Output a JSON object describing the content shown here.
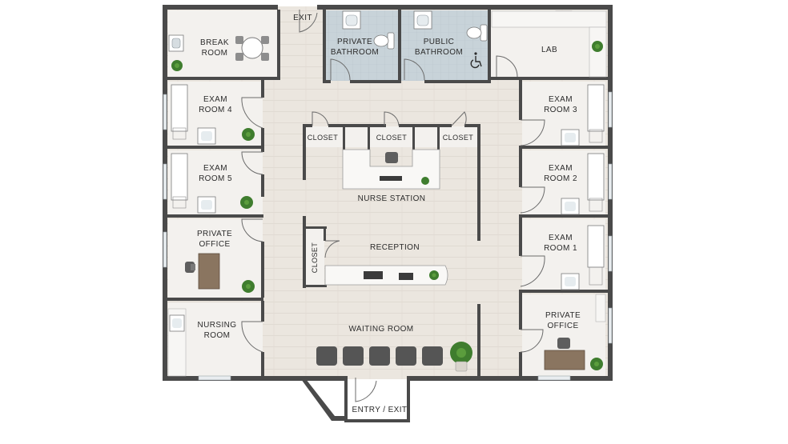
{
  "rooms": {
    "exit": "EXIT",
    "break_room": [
      "BREAK",
      "ROOM"
    ],
    "private_bathroom": [
      "PRIVATE",
      "BATHROOM"
    ],
    "public_bathroom": [
      "PUBLIC",
      "BATHROOM"
    ],
    "lab": "LAB",
    "exam_room_4": [
      "EXAM",
      "ROOM 4"
    ],
    "exam_room_5": [
      "EXAM",
      "ROOM 5"
    ],
    "exam_room_3": [
      "EXAM",
      "ROOM 3"
    ],
    "exam_room_2": [
      "EXAM",
      "ROOM 2"
    ],
    "exam_room_1": [
      "EXAM",
      "ROOM 1"
    ],
    "closet_left": "CLOSET",
    "closet_center": "CLOSET",
    "closet_right": "CLOSET",
    "closet_reception": "CLOSET",
    "nurse_station": "NURSE STATION",
    "reception": "RECEPTION",
    "private_office_left": [
      "PRIVATE",
      "OFFICE"
    ],
    "private_office_right": [
      "PRIVATE",
      "OFFICE"
    ],
    "nursing_room": [
      "NURSING",
      "ROOM"
    ],
    "waiting_room": "WAITING ROOM",
    "entry_exit": "ENTRY / EXIT"
  },
  "icons": [
    "plant-icon",
    "sink-icon",
    "toilet-icon",
    "wheelchair-icon",
    "bed-icon",
    "chair-icon",
    "desk-icon",
    "table-icon",
    "computer-icon",
    "door-icon"
  ],
  "colors": {
    "wall": "#4a4a4a",
    "floor": "#ece8e2",
    "room_floor": "#f1efec",
    "bathroom_floor": "#c9d4da",
    "plant": "#3f7d2e"
  }
}
